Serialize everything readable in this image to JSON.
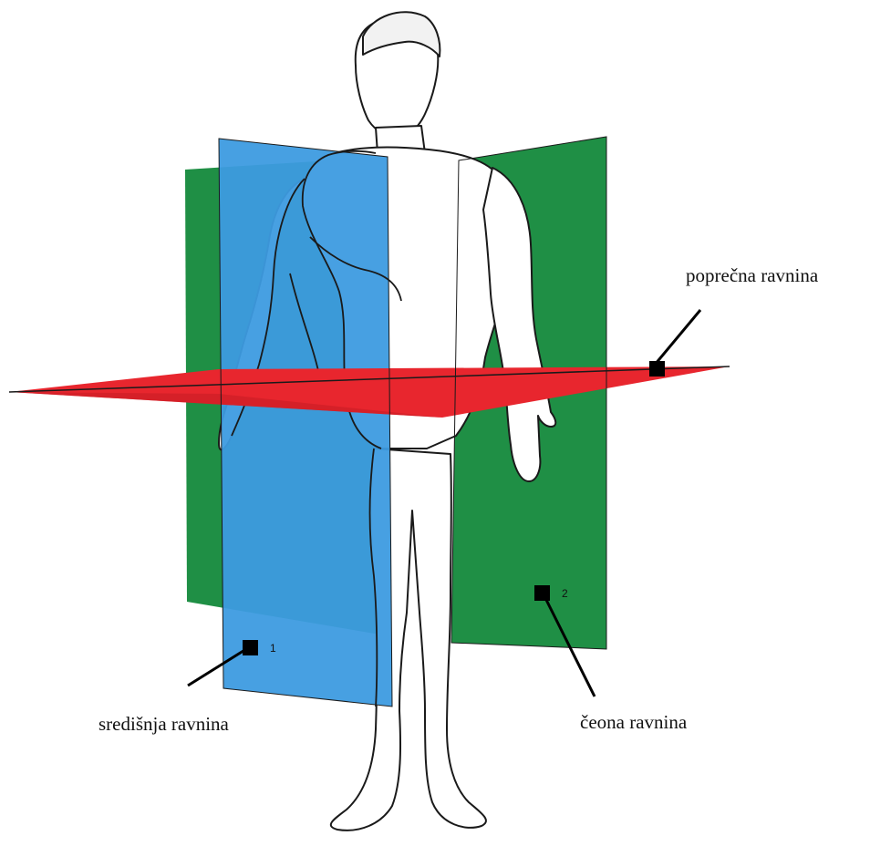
{
  "labels": {
    "transverse_plane": "poprečna ravnina",
    "median_plane": "središnja ravnina",
    "frontal_plane": "čeona ravnina"
  },
  "markers": {
    "median": "1",
    "frontal": "2"
  },
  "colors": {
    "median_plane": "#3d9be0",
    "frontal_plane": "#1f8f45",
    "transverse_plane": "#e8262e",
    "outline": "#1a1a1a",
    "marker": "#000000"
  }
}
